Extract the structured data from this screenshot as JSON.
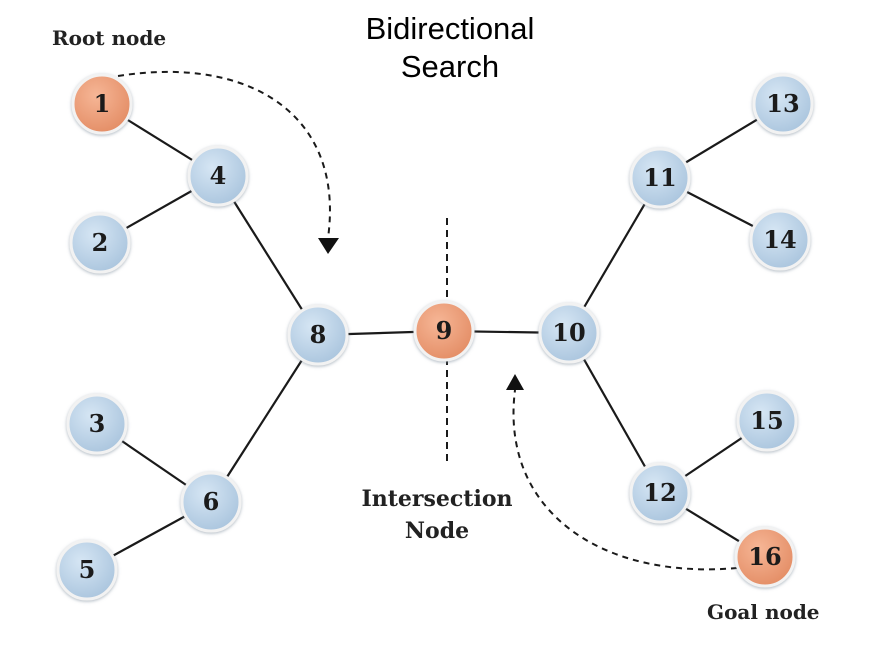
{
  "title": [
    "Bidirectional",
    "Search"
  ],
  "labels": {
    "root": "Root node",
    "goal": "Goal node",
    "intersection": [
      "Intersection",
      "Node"
    ]
  },
  "colors": {
    "node_blue": "#b9d1e6",
    "node_orange": "#ee9e7a",
    "edge": "#1a1a1a"
  },
  "nodes": [
    {
      "id": "1",
      "kind": "root"
    },
    {
      "id": "2",
      "kind": "normal"
    },
    {
      "id": "3",
      "kind": "normal"
    },
    {
      "id": "4",
      "kind": "normal"
    },
    {
      "id": "5",
      "kind": "normal"
    },
    {
      "id": "6",
      "kind": "normal"
    },
    {
      "id": "8",
      "kind": "normal"
    },
    {
      "id": "9",
      "kind": "intersection"
    },
    {
      "id": "10",
      "kind": "normal"
    },
    {
      "id": "11",
      "kind": "normal"
    },
    {
      "id": "12",
      "kind": "normal"
    },
    {
      "id": "13",
      "kind": "normal"
    },
    {
      "id": "14",
      "kind": "normal"
    },
    {
      "id": "15",
      "kind": "normal"
    },
    {
      "id": "16",
      "kind": "goal"
    }
  ],
  "edges": [
    [
      "1",
      "4"
    ],
    [
      "2",
      "4"
    ],
    [
      "4",
      "8"
    ],
    [
      "8",
      "6"
    ],
    [
      "3",
      "6"
    ],
    [
      "5",
      "6"
    ],
    [
      "8",
      "9"
    ],
    [
      "9",
      "10"
    ],
    [
      "10",
      "11"
    ],
    [
      "11",
      "13"
    ],
    [
      "11",
      "14"
    ],
    [
      "10",
      "12"
    ],
    [
      "12",
      "15"
    ],
    [
      "12",
      "16"
    ]
  ]
}
